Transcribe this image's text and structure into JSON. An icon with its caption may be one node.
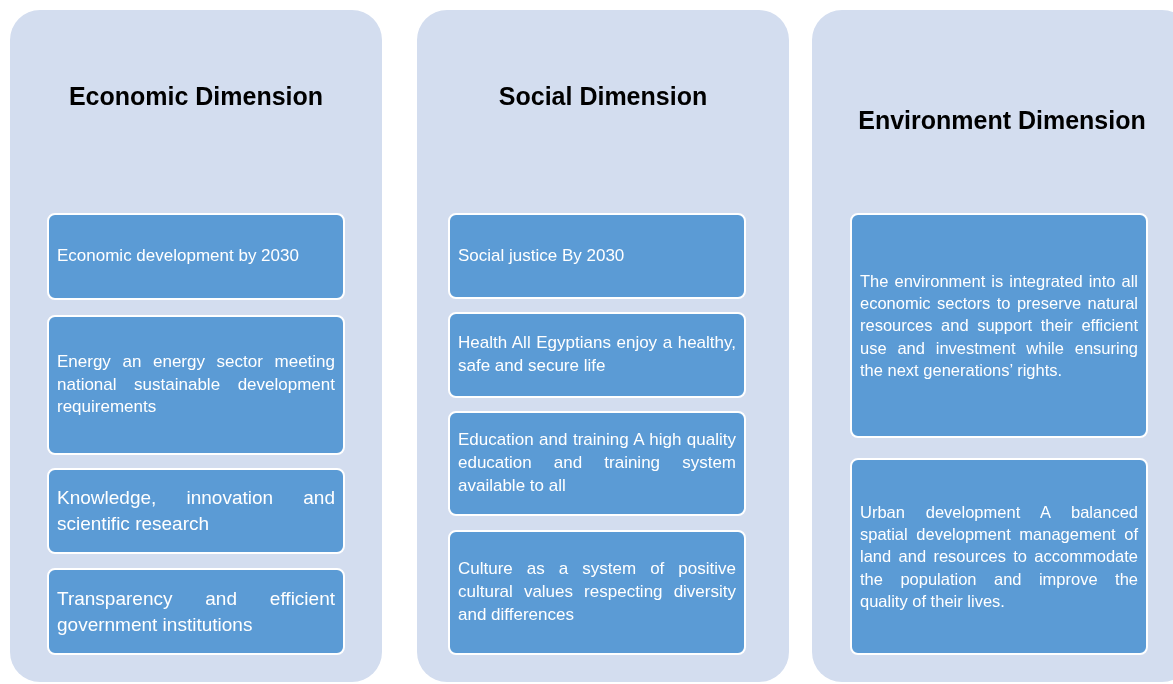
{
  "diagram": {
    "nodes": [
      {
        "text": [
          "Economic Dimension"
        ]
      },
      {
        "text": [
          "Economic development by 2030"
        ],
        "in": 0
      },
      {
        "text": [
          "Energy an energy sector meeting national sustainable development requirements"
        ],
        "in": 0
      },
      {
        "text": [
          "Knowledge, innovation and scientific research"
        ],
        "in": 0
      },
      {
        "text": [
          "Transparency and efficient government institutions"
        ],
        "in": 0
      },
      {
        "text": [
          "Social Dimension"
        ]
      },
      {
        "text": [
          "Social justice By 2030"
        ],
        "in": 5
      },
      {
        "text": [
          "Health All Egyptians enjoy a healthy, safe and secure life"
        ],
        "in": 5
      },
      {
        "text": [
          "Education and training A high quality education and training system available to all"
        ],
        "in": 5
      },
      {
        "text": [
          "Culture as a system of positive cultural values respecting diversity and differences"
        ],
        "in": 5
      },
      {
        "text": [
          "Environment Dimension"
        ]
      },
      {
        "text": [
          "The environment is integrated into all economic sectors to preserve natural resources and support their efficient use and investment while ensuring the next generations’ rights."
        ],
        "in": 10
      },
      {
        "text": [
          "Urban development A balanced spatial development management of land and resources to accommodate the population and improve the quality of their lives."
        ],
        "in": 10
      }
    ],
    "edges": []
  }
}
